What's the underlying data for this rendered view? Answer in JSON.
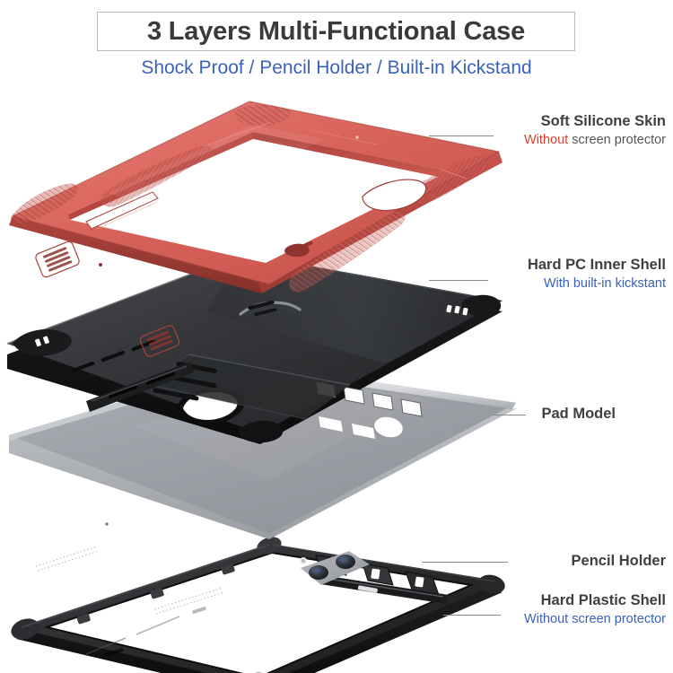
{
  "header": {
    "title": "3 Layers Multi-Functional Case",
    "subtitle": "Shock Proof / Pencil Holder / Built-in Kickstand",
    "title_border_color": "#b9b9b9",
    "title_color": "#3a3a3a",
    "subtitle_color": "#3a62b8"
  },
  "callouts": [
    {
      "id": "soft-silicone-skin",
      "title": "Soft Silicone Skin",
      "sub_prefix": "Without",
      "sub_prefix_color": "#d94030",
      "sub_rest": " screen protector",
      "sub_rest_color": "#555555"
    },
    {
      "id": "hard-pc-inner-shell",
      "title": "Hard PC Inner Shell",
      "sub_prefix": "With built-in kickstant",
      "sub_prefix_color": "#3a62b8",
      "sub_rest": "",
      "sub_rest_color": "#3a62b8"
    },
    {
      "id": "pad-model",
      "title": "Pad Model",
      "sub_prefix": "",
      "sub_prefix_color": "#3a62b8",
      "sub_rest": "",
      "sub_rest_color": "#3a62b8"
    },
    {
      "id": "pencil-holder",
      "title": "Pencil Holder",
      "sub_prefix": "",
      "sub_prefix_color": "#3a62b8",
      "sub_rest": "",
      "sub_rest_color": "#3a62b8"
    },
    {
      "id": "hard-plastic-shell",
      "title": "Hard Plastic Shell",
      "sub_prefix": "Without screen protector",
      "sub_prefix_color": "#3a62b8",
      "sub_rest": "",
      "sub_rest_color": "#3a62b8"
    }
  ],
  "layers": {
    "silicone_skin": {
      "name": "Soft Silicone Skin",
      "color_light": "#e2716a",
      "color_mid": "#d15a52",
      "color_dark": "#b8443e",
      "color_deep": "#9c3630"
    },
    "pc_inner_shell": {
      "name": "Hard PC Inner Shell",
      "color_light": "#4a4c50",
      "color_mid": "#35373a",
      "color_dark": "#232527",
      "color_deep": "#141516"
    },
    "pad_model": {
      "name": "Pad Model",
      "color_light": "#b6b9be",
      "color_mid": "#9fa2a8",
      "color_dark": "#85888e",
      "color_edge": "#f0f1f3"
    },
    "plastic_shell": {
      "name": "Hard Plastic Shell",
      "color_light": "#3d3f42",
      "color_mid": "#26282a",
      "color_dark": "#151617",
      "color_deep": "#0a0b0b"
    }
  },
  "background": "#ffffff"
}
